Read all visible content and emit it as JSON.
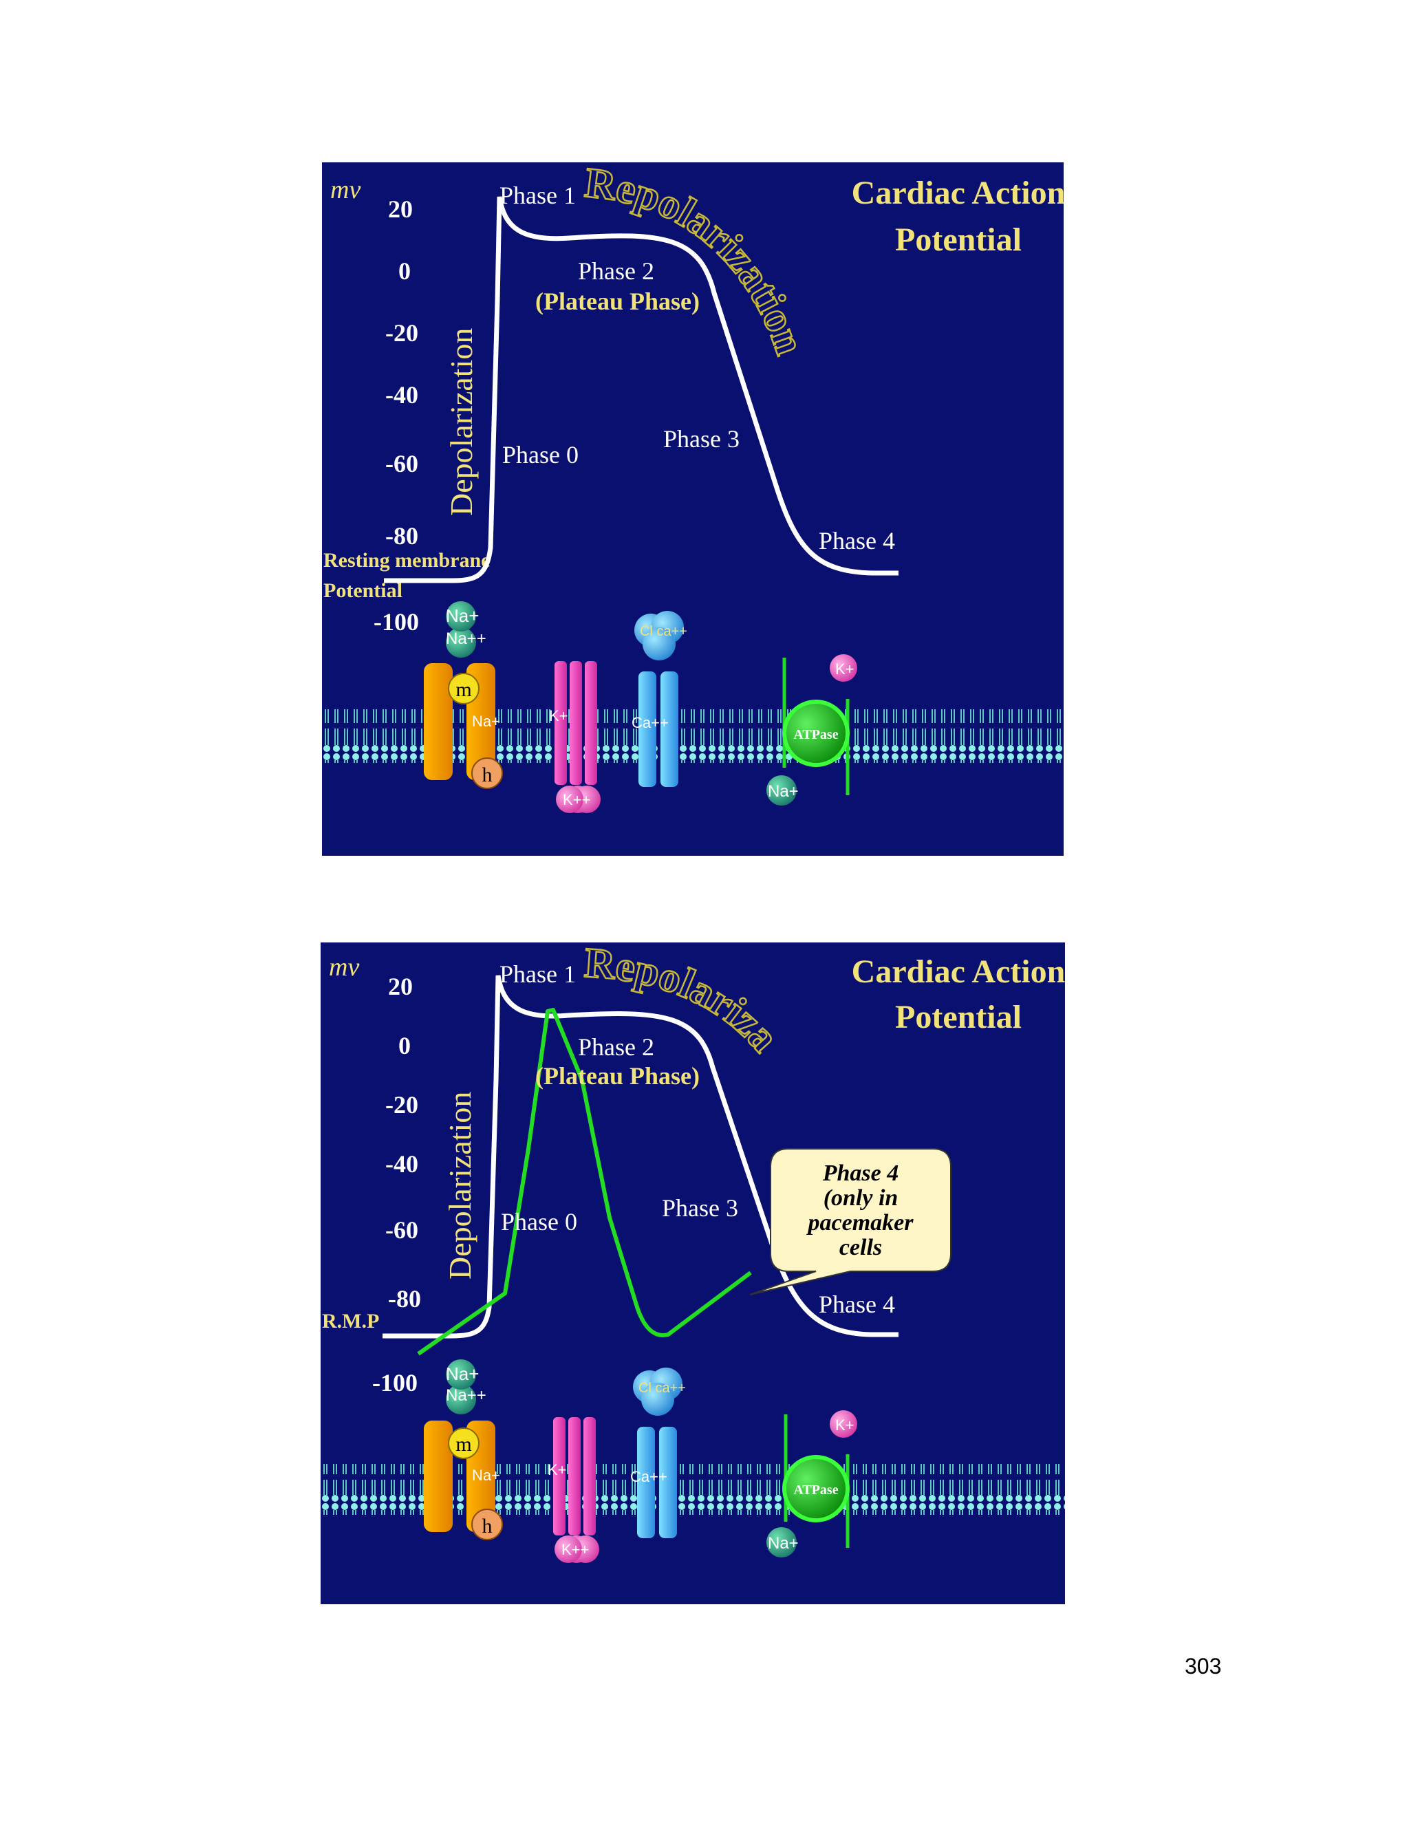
{
  "page_number": "303",
  "slides": [
    {
      "title_line1": "Cardiac Action",
      "title_line2": "Potential",
      "unit_label": "mv",
      "ticks": [
        "20",
        "0",
        "-20",
        "-40",
        "-60",
        "-80",
        "-100"
      ],
      "rest_label_line1": "Resting membrane",
      "rest_label_line2": "Potential",
      "depolarization": "Depolarization",
      "repolarization": "Repolarization",
      "phase0": "Phase 0",
      "phase1": "Phase 1",
      "phase2": "Phase 2",
      "plateau": "(Plateau Phase)",
      "phase3": "Phase 3",
      "phase4": "Phase 4",
      "na_plus": "Na+",
      "na_pp": "Na++",
      "k_plus": "K+",
      "k_pp": "K++",
      "ca_plus": "Ca++",
      "cl_ca": "Cl ca++",
      "m_gate": "m",
      "h_gate": "h",
      "atpase": "ATPase"
    },
    {
      "title_line1": "Cardiac Action",
      "title_line2": "Potential",
      "unit_label": "mv",
      "ticks": [
        "20",
        "0",
        "-20",
        "-40",
        "-60",
        "-80",
        "-100"
      ],
      "rmp_label": "R.M.P",
      "depolarization": "Depolarization",
      "repolarization": "Repolariza",
      "phase0": "Phase 0",
      "phase1": "Phase 1",
      "phase2": "Phase 2",
      "plateau": "(Plateau Phase)",
      "phase3": "Phase 3",
      "phase4": "Phase 4",
      "callout_line1": "Phase 4",
      "callout_line2": "(only in",
      "callout_line3": "pacemaker",
      "callout_line4": "cells",
      "na_plus": "Na+",
      "na_pp": "Na++",
      "k_plus": "K+",
      "k_pp": "K++",
      "ca_plus": "Ca++",
      "cl_ca": "Cl ca++",
      "m_gate": "m",
      "h_gate": "h",
      "atpase": "ATPase"
    }
  ],
  "colors": {
    "background": "#0a1070",
    "title": "#f2e27a",
    "curve": "#ffffff",
    "pacemaker_curve": "#22dd22",
    "membrane": "#7fe6e0"
  }
}
